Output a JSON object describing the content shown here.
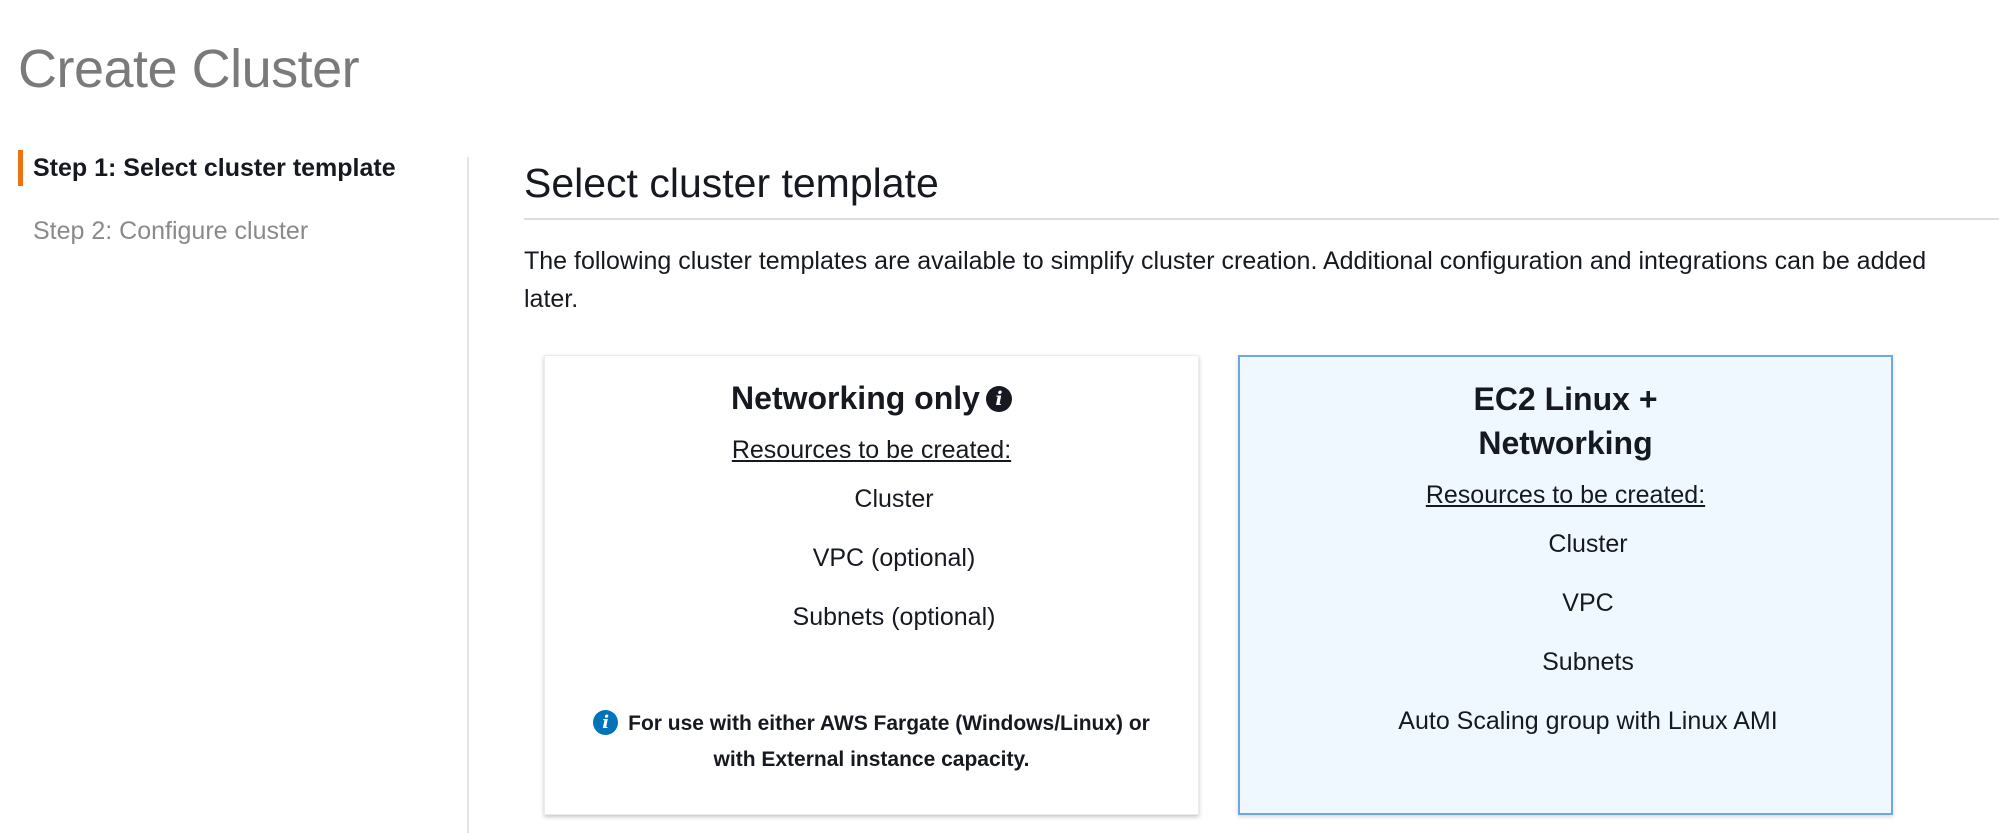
{
  "page": {
    "title": "Create Cluster"
  },
  "steps": [
    {
      "label": "Step 1: Select cluster template",
      "active": true
    },
    {
      "label": "Step 2: Configure cluster",
      "active": false
    }
  ],
  "section": {
    "title": "Select cluster template",
    "description": "The following cluster templates are available to simplify cluster creation. Additional configuration and integrations can be added later."
  },
  "templates": [
    {
      "title": "Networking only",
      "info_icon": "i",
      "resources_label": "Resources to be created:",
      "resources": [
        "Cluster",
        "VPC (optional)",
        "Subnets (optional)"
      ],
      "note_icon": "i",
      "note": "For use with either AWS Fargate (Windows/Linux) or with External instance capacity."
    },
    {
      "title": "EC2 Linux + Networking",
      "resources_label": "Resources to be created:",
      "resources": [
        "Cluster",
        "VPC",
        "Subnets",
        "Auto Scaling group with Linux AMI"
      ]
    }
  ],
  "colors": {
    "active_step_accent": "#ec7211",
    "selected_card_bg": "#f0f8ff",
    "selected_card_border": "#6fa8dc",
    "info_icon_blue": "#0073bb"
  }
}
